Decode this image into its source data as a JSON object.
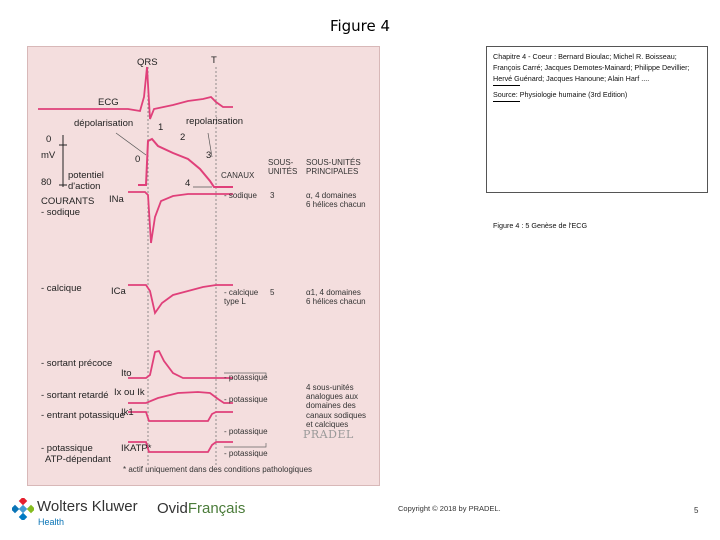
{
  "slide_title": "Figure 4",
  "info_box": {
    "chapter_line": "Chapitre 4 - Coeur : Bernard Bioulac; Michel R. Boisseau; François Carré; Jacques Demotes-Mainard; Philippe Devillier; Hervé Guénard; Jacques Hanoune; Alain Harf ....",
    "source_line": "Source: Physiologie humaine (3rd Edition)"
  },
  "caption": "Figure 4 : 5 Genèse de l'ECG",
  "footer": {
    "copyright": "Copyright © 2018 by PRADEL.",
    "page_number": "5",
    "publisher_name": "Wolters Kluwer",
    "publisher_sub": "Health",
    "ovid": "Ovid",
    "ovid_fr": "Français"
  },
  "figure": {
    "labels": {
      "qrs": "QRS",
      "t": "T",
      "ecg": "ECG",
      "depolarisation": "dépolarisation",
      "repolarisation": "repolarisation",
      "phase1": "1",
      "phase2": "2",
      "phase3": "3",
      "phase4": "4",
      "phase0": "0",
      "mv_zero": "0",
      "mv_unit": "mV",
      "mv_80": "80",
      "potentiel": "potentiel",
      "d_action": "d'action",
      "courants": "COURANTS",
      "sodique": "- sodique",
      "calcique": "- calcique",
      "sortant_precoce": "- sortant précoce",
      "sortant_retarde": "- sortant retardé",
      "entrant_potassique": "- entrant potassique",
      "potassique_atp_1": "- potassique",
      "potassique_atp_2": "ATP-dépendant",
      "i_na": "INa",
      "i_ca": "ICa",
      "i_to": "Ito",
      "i_x_ik": "Ix ou Ik",
      "i_k1": "Ik1",
      "i_katp": "IKATP*",
      "canaux": "CANAUX",
      "sous_unites": "SOUS-\nUNITÉS",
      "sous_unites_principales": "SOUS-UNITÉS\nPRINCIPALES",
      "canal_sodique": "- sodique",
      "canal_sodique_n": "3",
      "canal_sodique_desc": "α, 4 domaines\n6 hélices chacun",
      "canal_calcique": "- calcique\ntype L",
      "canal_calcique_n": "5",
      "canal_calcique_desc": "α1, 4 domaines\n6 hélices chacun",
      "canal_potassique_1": "- potassique",
      "canal_potassique_2": "- potassique",
      "canal_potassique_desc": "4 sous-unités\nanalogues aux\ndomaines des\ncanaux sodiques\net calciques",
      "canal_potassique_3": "- potassique",
      "canal_potassique_4": "- potassique",
      "footnote": "* actif uniquement dans des conditions pathologiques",
      "watermark": "PRADEL"
    },
    "colors": {
      "trace": "#e0407a",
      "background": "#f4dede",
      "text": "#222222"
    }
  }
}
